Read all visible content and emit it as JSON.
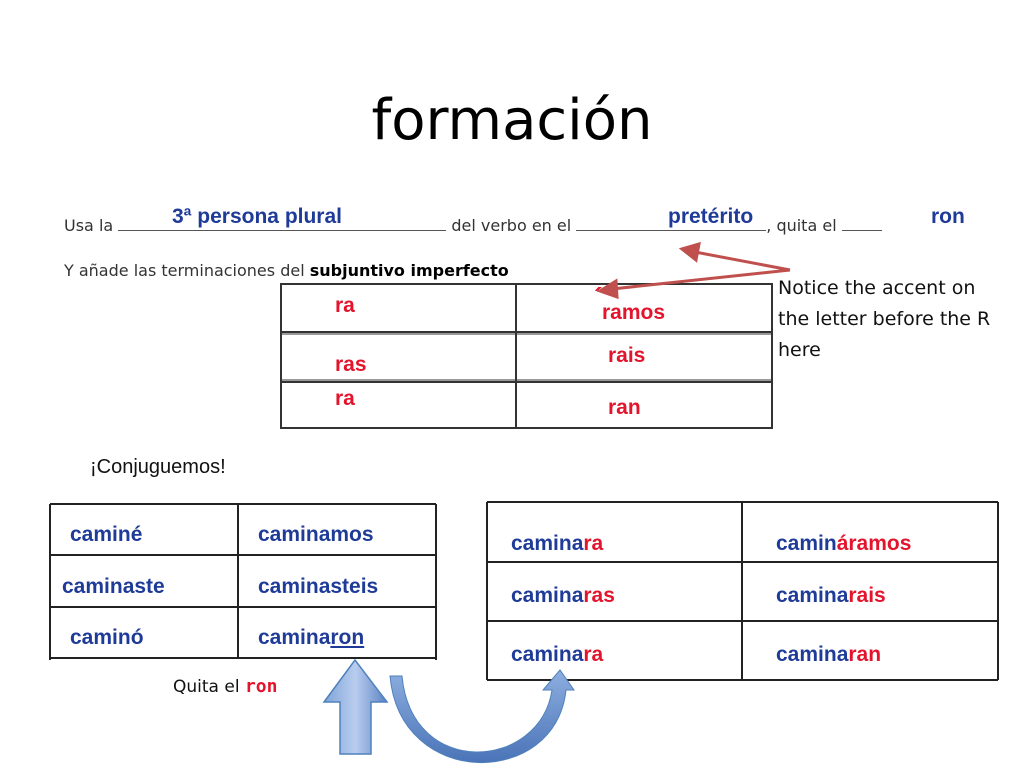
{
  "title": "formación",
  "instructions": {
    "line1_pre": "Usa la ",
    "line1_mid": " del verbo en el ",
    "line1_post": ", quita el ",
    "fill_person": "3ª persona plural",
    "fill_tense": "pretérito",
    "fill_remove": "ron",
    "line2_pre": "Y añade las terminaciones del ",
    "line2_bold": "subjuntivo imperfecto"
  },
  "endings": {
    "col1": [
      "ra",
      "ras",
      "ra"
    ],
    "col2": [
      "ramos",
      "rais",
      "ran"
    ],
    "accent": "´"
  },
  "note": "Notice the accent on the letter before the R here",
  "conjuguemos": "¡Conjuguemos!",
  "preterite": {
    "rows": [
      [
        "caminé",
        "caminamos"
      ],
      [
        "caminaste",
        "caminasteis"
      ],
      [
        "caminó",
        "caminaron"
      ]
    ],
    "stem_last": "camina",
    "ending_last": "ron"
  },
  "quita": {
    "label": "Quita el ",
    "word": "ron"
  },
  "subjunctive": {
    "rows": [
      {
        "stem1": "camina",
        "end1": "ra",
        "stem2": "camin",
        "end2": "áramos"
      },
      {
        "stem1": "camina",
        "end1": "ras",
        "stem2": "camina",
        "end2": "rais"
      },
      {
        "stem1": "camina",
        "end1": "ra",
        "stem2": "camina",
        "end2": "ran"
      }
    ]
  },
  "colors": {
    "red": "#e3142c",
    "blue": "#1f3b98",
    "arrow": "#c0504d",
    "block_arrow": "#4f81bd"
  }
}
